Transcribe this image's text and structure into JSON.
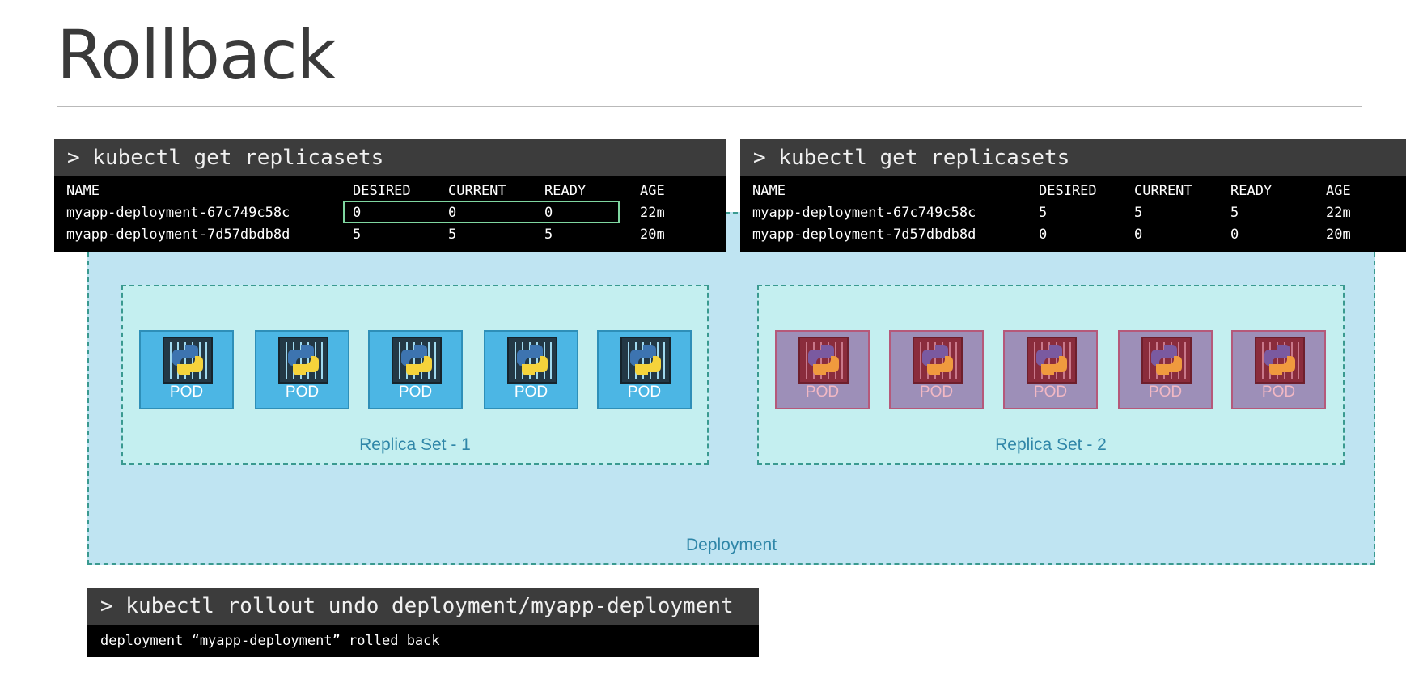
{
  "page": {
    "title": "Rollback"
  },
  "terminal_left": {
    "command": "> kubectl get replicasets",
    "columns": [
      "NAME",
      "DESIRED",
      "CURRENT",
      "READY",
      "AGE"
    ],
    "rows": [
      [
        "myapp-deployment-67c749c58c",
        "0",
        "0",
        "0",
        "22m"
      ],
      [
        "myapp-deployment-7d57dbdb8d",
        "5",
        "5",
        "5",
        "20m"
      ]
    ]
  },
  "terminal_right": {
    "command": "> kubectl get replicasets",
    "columns": [
      "NAME",
      "DESIRED",
      "CURRENT",
      "READY",
      "AGE"
    ],
    "rows": [
      [
        "myapp-deployment-67c749c58c",
        "5",
        "5",
        "5",
        "22m"
      ],
      [
        "myapp-deployment-7d57dbdb8d",
        "0",
        "0",
        "0",
        "20m"
      ]
    ]
  },
  "diagram": {
    "deployment_label": "Deployment",
    "replica_sets": [
      {
        "label": "Replica Set - 1",
        "pods": [
          "POD",
          "POD",
          "POD",
          "POD",
          "POD"
        ],
        "pod_icon": "python-icon",
        "color": "#4cb6e4"
      },
      {
        "label": "Replica Set - 2",
        "pods": [
          "POD",
          "POD",
          "POD",
          "POD",
          "POD"
        ],
        "pod_icon": "python-icon",
        "color": "#9d8fb8"
      }
    ]
  },
  "terminal_bottom": {
    "command": "> kubectl rollout undo deployment/myapp-deployment",
    "output": "deployment “myapp-deployment” rolled back"
  }
}
